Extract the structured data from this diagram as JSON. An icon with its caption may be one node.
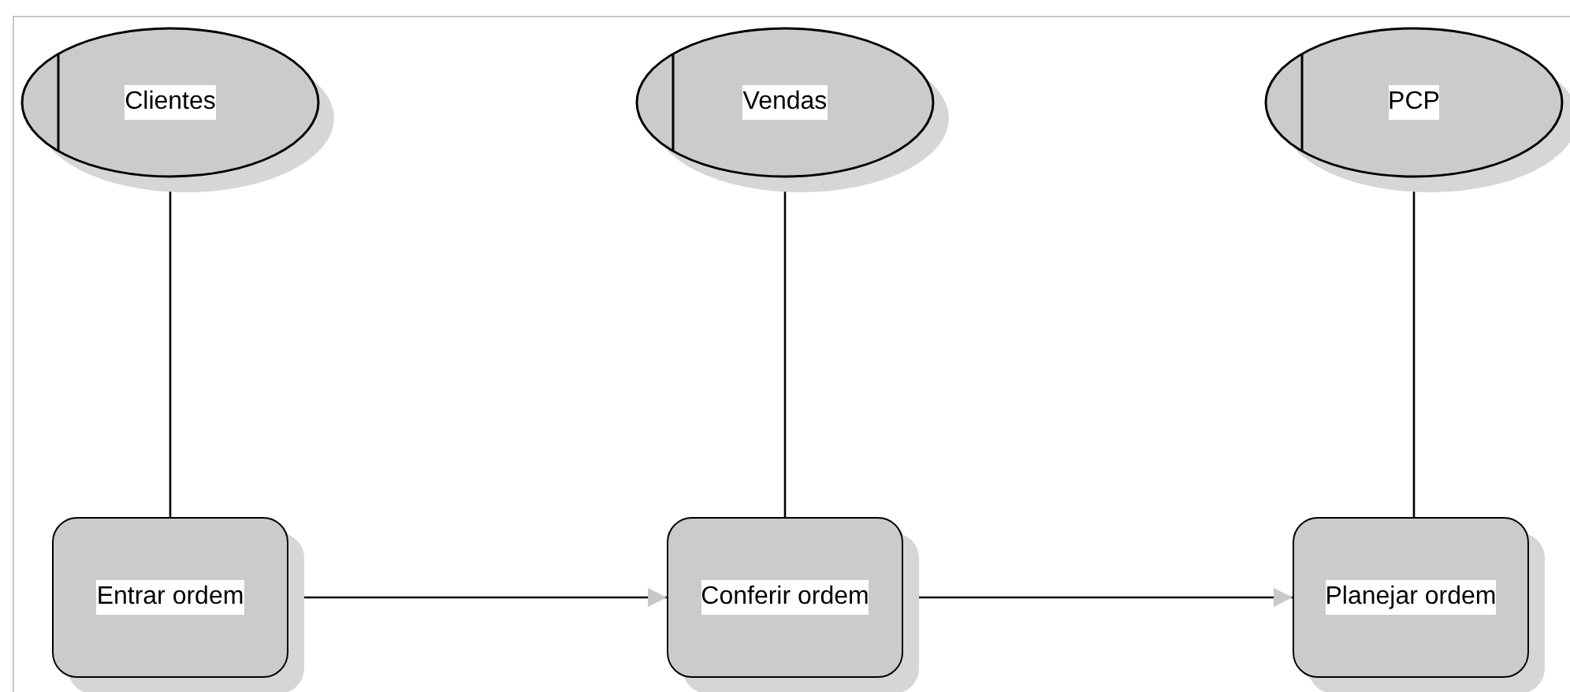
{
  "diagram": {
    "nodes": [
      {
        "text": [
          "Clientes"
        ]
      },
      {
        "text": [
          "Vendas"
        ]
      },
      {
        "text": [
          "PCP"
        ]
      },
      {
        "text": [
          "Entrar ordem"
        ]
      },
      {
        "text": [
          "Conferir ordem"
        ]
      },
      {
        "text": [
          "Planejar ordem"
        ]
      }
    ],
    "edges": [
      {
        "from": 0,
        "to": 3,
        "arrow": "none"
      },
      {
        "from": 1,
        "to": 4,
        "arrow": "none"
      },
      {
        "from": 2,
        "to": 5,
        "arrow": "none"
      },
      {
        "from": 3,
        "to": 4,
        "arrow": "to"
      },
      {
        "from": 4,
        "to": 5,
        "arrow": "to"
      }
    ]
  }
}
